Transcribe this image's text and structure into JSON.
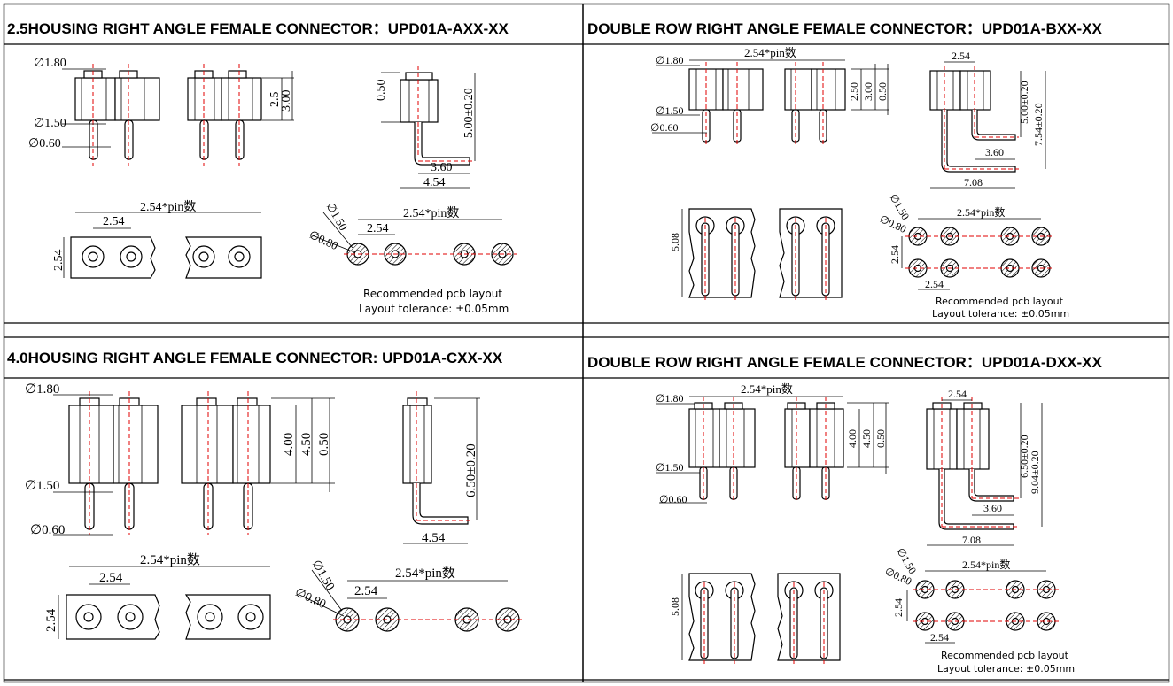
{
  "headers": {
    "a": "2.5HOUSING RIGHT ANGLE  FEMALE CONNECTOR：UPD01A-AXX-XX",
    "b": "DOUBLE ROW RIGHT ANGLE FEMALE CONNECTOR：UPD01A-BXX-XX",
    "c": "4.0HOUSING RIGHT ANGLE FEMALE CONNECTOR: UPD01A-CXX-XX",
    "d": "DOUBLE ROW RIGHT ANGLE FEMALE CONNECTOR：UPD01A-DXX-XX"
  },
  "dims": {
    "d180": "∅1.80",
    "d150": "∅1.50",
    "d060": "∅0.60",
    "d080": "∅0.80",
    "d150s": "∅1.50",
    "v250": "2.50",
    "v25": "2.5",
    "v300": "3.00",
    "v050": "0.50",
    "v500": "5.00±0.20",
    "v650": "6.50±0.20",
    "v754": "7.54±0.20",
    "v904": "9.04±0.20",
    "v400": "4.00",
    "v450": "4.50",
    "h360": "3.60",
    "h454": "4.54",
    "h708": "7.08",
    "p254": "2.54",
    "pin": "2.54*pin数",
    "v508": "5.08"
  },
  "layout_note": {
    "line1": "Recommended pcb layout",
    "line2": "Layout tolerance: ±0.05mm"
  }
}
